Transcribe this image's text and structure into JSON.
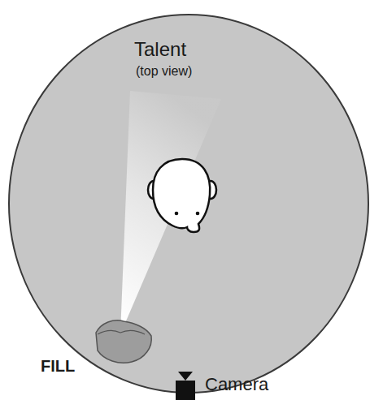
{
  "diagram": {
    "labels": [
      "Talent",
      "(top view)",
      "FILL",
      "Camera"
    ]
  }
}
